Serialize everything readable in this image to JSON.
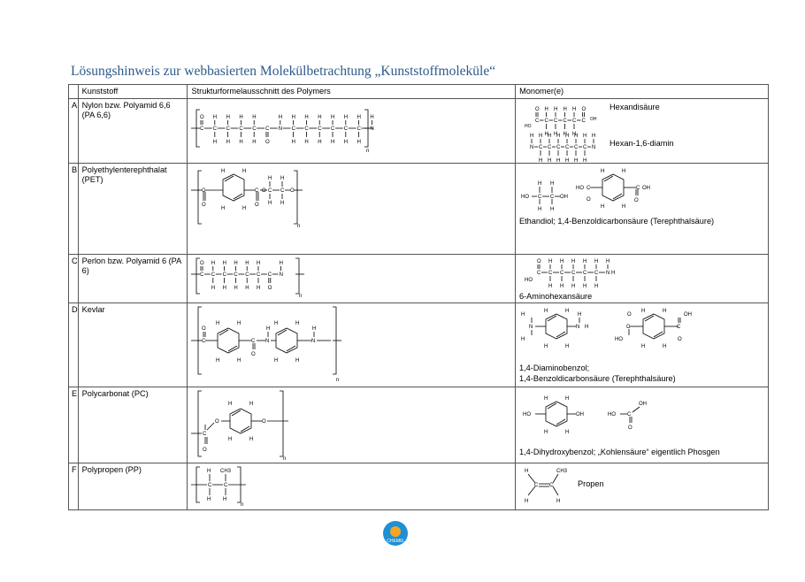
{
  "title": "Lösungshinweis zur webbasierten Molekülbetrachtung „Kunststoffmoleküle“",
  "headers": {
    "letter": "",
    "name": "Kunststoff",
    "structure": "Strukturformelausschnitt des Polymers",
    "monomer": "Monomer(e)"
  },
  "rows": [
    {
      "letter": "A",
      "name": "Nylon bzw. Polyamid 6,6 (PA 6,6)",
      "monomer_labels": [
        "Hexandisäure",
        "Hexan-1,6-diamin"
      ]
    },
    {
      "letter": "B",
      "name": "Polyethylenterephthalat (PET)",
      "monomer_labels": [
        "Ethandiol; 1,4-Benzoldicarbonsäure (Terephthalsäure)"
      ]
    },
    {
      "letter": "C",
      "name": "Perlon bzw. Polyamid 6 (PA 6)",
      "monomer_labels": [
        "6-Aminohexansäure"
      ]
    },
    {
      "letter": "D",
      "name": "Kevlar",
      "monomer_labels": [
        "1,4-Diaminobenzol;",
        "1,4-Benzoldicarbonsäure (Terephthalsäure)"
      ]
    },
    {
      "letter": "E",
      "name": "Polycarbonat (PC)",
      "monomer_labels": [
        "1,4-Dihydroxybenzol; „Kohlensäure“ eigentlich Phosgen"
      ]
    },
    {
      "letter": "F",
      "name": "Polypropen (PP)",
      "monomer_labels": [
        "Propen"
      ]
    }
  ],
  "chem": {
    "H": "H",
    "C": "C",
    "N": "N",
    "O": "O",
    "OH": "OH",
    "HO": "HO",
    "CH3": "CH3",
    "n": "n"
  },
  "logo": {
    "text": "CHEMIE",
    "colors": {
      "outer": "#1f8fd6",
      "inner": "#f5a623"
    }
  }
}
